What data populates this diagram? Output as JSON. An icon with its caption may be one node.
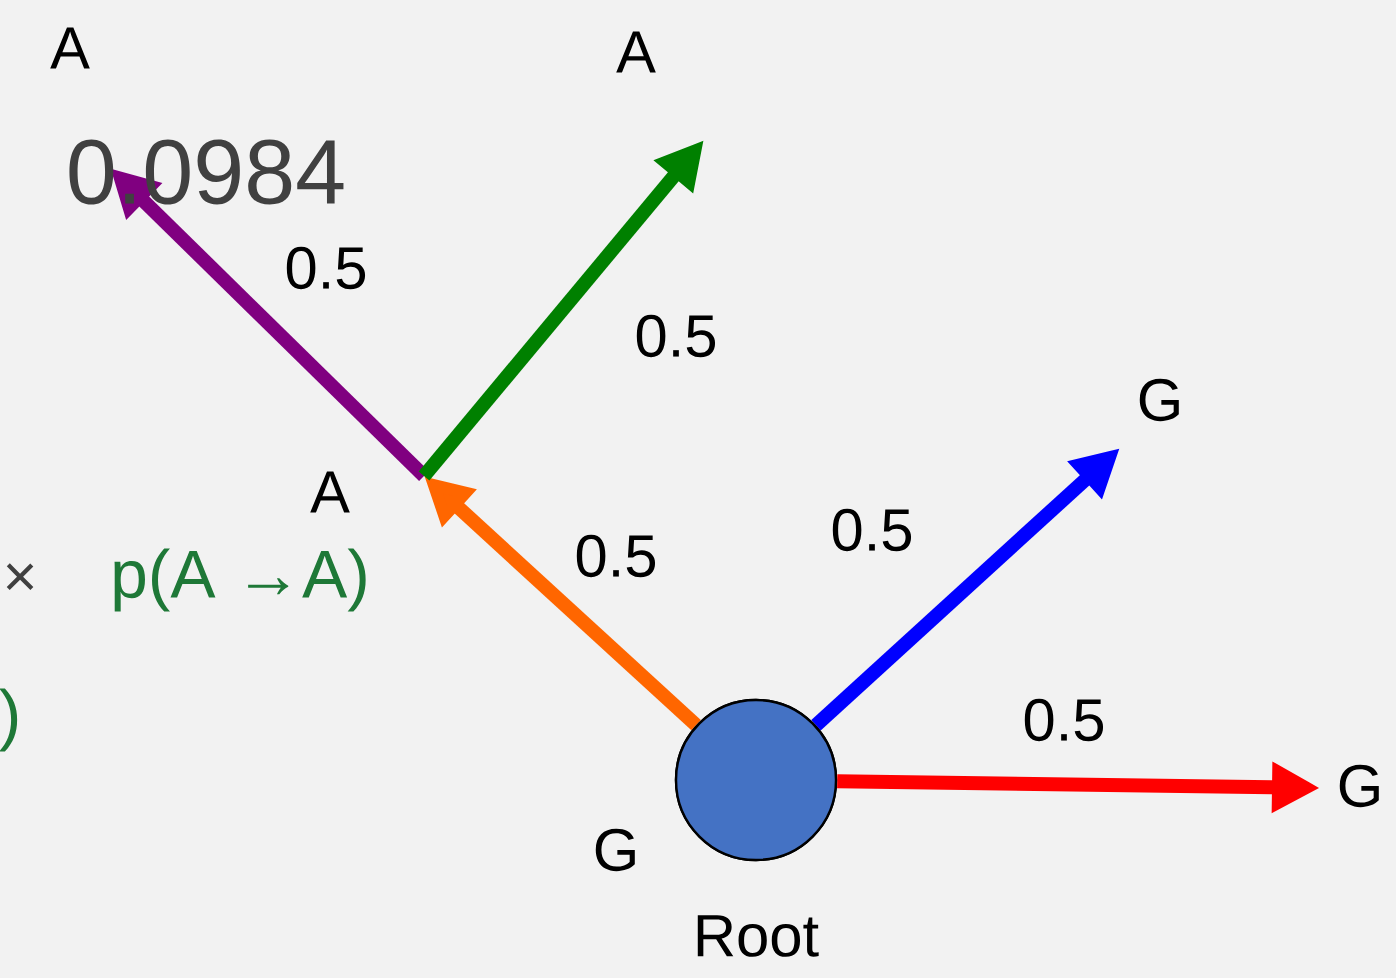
{
  "diagram": {
    "nodes": [
      {
        "text": [],
        "shape": "circle",
        "beside": [
          "G",
          "Root"
        ]
      },
      {
        "text": [
          "A"
        ]
      },
      {
        "text": [
          "A"
        ]
      },
      {
        "text": [
          "A"
        ]
      },
      {
        "text": [
          "G"
        ]
      },
      {
        "text": [
          "G"
        ]
      }
    ],
    "edges": [
      {
        "from": 0,
        "to": 1,
        "arrow": "to",
        "label": "0.5",
        "color": "#ff6600"
      },
      {
        "from": 1,
        "to": 2,
        "arrow": "to",
        "label": "0.5",
        "color": "#800080"
      },
      {
        "from": 1,
        "to": 3,
        "arrow": "to",
        "label": "0.5",
        "color": "#008000"
      },
      {
        "from": 0,
        "to": 4,
        "arrow": "to",
        "label": "0.5",
        "color": "#0000ff"
      },
      {
        "from": 0,
        "to": 5,
        "arrow": "to",
        "label": "0.5",
        "color": "#ff0000"
      }
    ],
    "labels": [
      "0.0984",
      "×",
      "p(A →A)",
      ")"
    ]
  }
}
